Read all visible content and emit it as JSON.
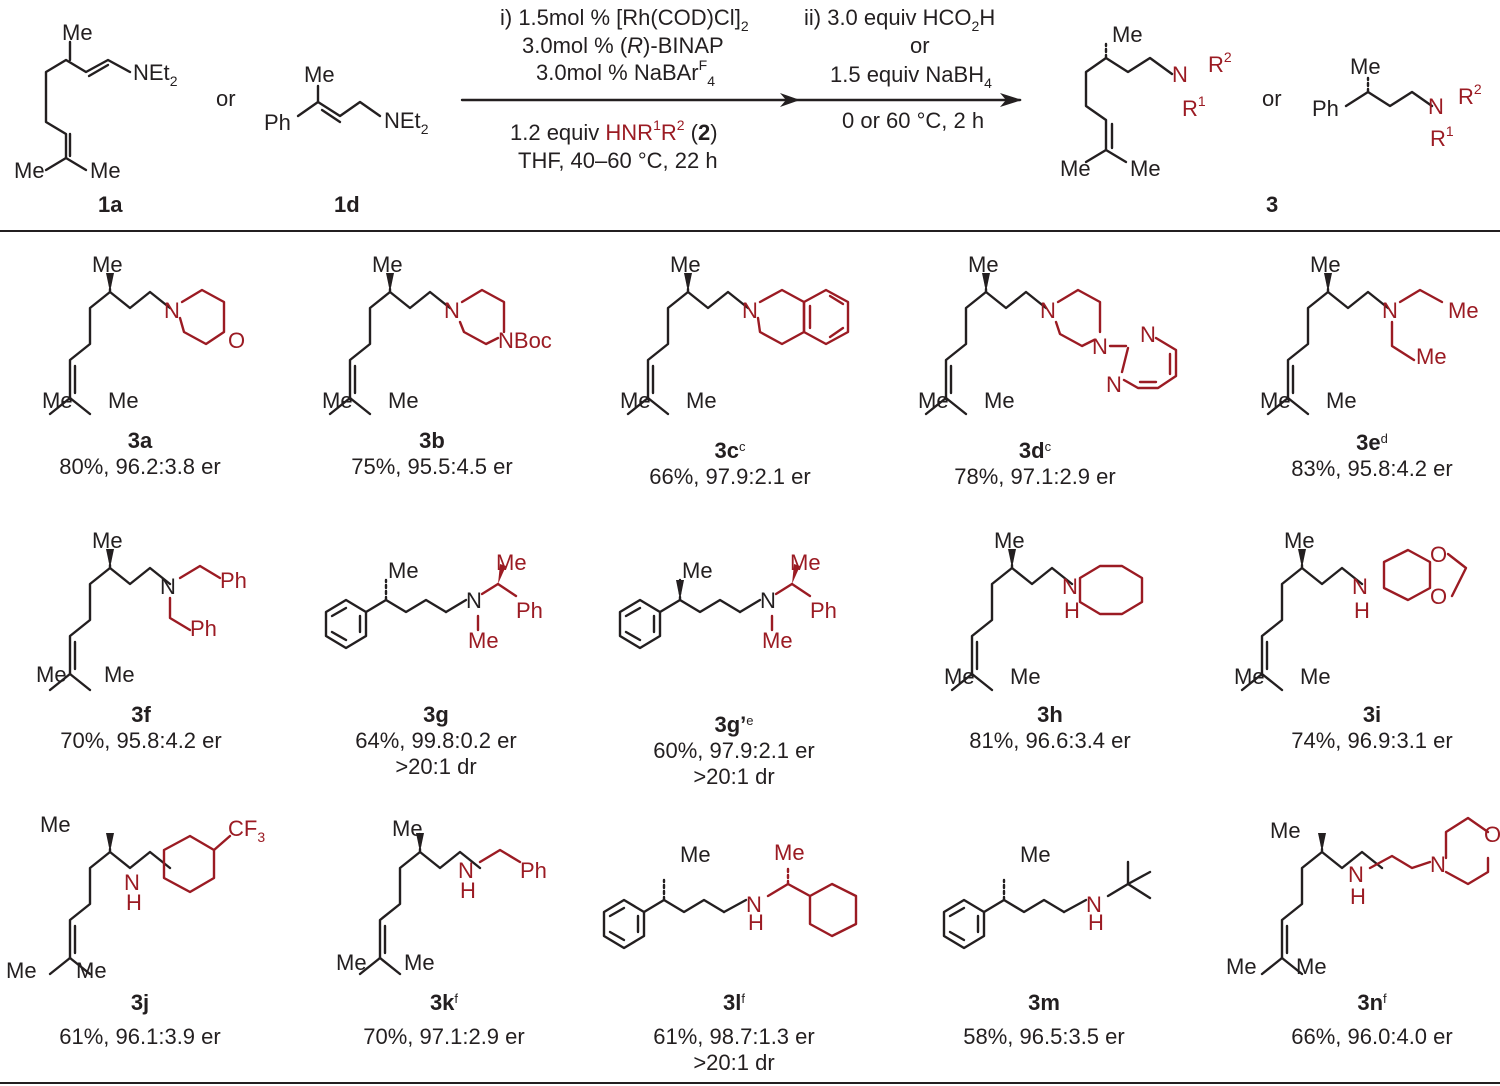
{
  "atoms": {
    "me": "Me",
    "ph": "Ph",
    "n": "N",
    "h": "H",
    "o": "O",
    "boc": "Boc",
    "net2": "NEt",
    "sub2": "2",
    "cf3": "CF",
    "sub3": "3",
    "or": "or",
    "r1": "R",
    "r2": "R",
    "r1sup": "1",
    "r2sup": "2"
  },
  "header": {
    "sm1_label": "1a",
    "sm2_label": "1d",
    "product_label": "3",
    "step1": {
      "line1": "i) 1.5mol % [Rh(COD)Cl]",
      "line1_sub": "2",
      "line2_pre": "3.0mol % (",
      "line2_italic": "R",
      "line2_post": ")-BINAP",
      "line3_pre": "3.0mol % NaBAr",
      "line3_sup": "F",
      "line3_sub": "4",
      "line4_pre": "1.2 equiv ",
      "line4_red": "HNR",
      "line4_sup1": "1",
      "line4_red2": "R",
      "line4_sup2": "2",
      "line4_post": " (",
      "line4_bold": "2",
      "line4_end": ")",
      "line5": "THF, 40–60 °C, 22 h"
    },
    "step2": {
      "line1_pre": "ii) 3.0 equiv HCO",
      "line1_sub": "2",
      "line1_post": "H",
      "line2": "or",
      "line3_pre": "1.5 equiv NaBH",
      "line3_sub": "4",
      "line4": "0 or 60 °C, 2 h"
    }
  },
  "compounds": [
    {
      "id": "3a",
      "sup": "",
      "yield": "80%, 96.2:3.8 er",
      "dr": ""
    },
    {
      "id": "3b",
      "sup": "",
      "yield": "75%, 95.5:4.5 er",
      "dr": ""
    },
    {
      "id": "3c",
      "sup": "c",
      "yield": "66%, 97.9:2.1 er",
      "dr": ""
    },
    {
      "id": "3d",
      "sup": "c",
      "yield": "78%, 97.1:2.9 er",
      "dr": ""
    },
    {
      "id": "3e",
      "sup": "d",
      "yield": "83%, 95.8:4.2 er",
      "dr": ""
    },
    {
      "id": "3f",
      "sup": "",
      "yield": "70%, 95.8:4.2 er",
      "dr": ""
    },
    {
      "id": "3g",
      "sup": "",
      "yield": "64%, 99.8:0.2 er",
      "dr": ">20:1 dr"
    },
    {
      "id": "3g’",
      "sup": "e",
      "yield": "60%, 97.9:2.1 er",
      "dr": ">20:1 dr"
    },
    {
      "id": "3h",
      "sup": "",
      "yield": "81%, 96.6:3.4 er",
      "dr": ""
    },
    {
      "id": "3i",
      "sup": "",
      "yield": "74%, 96.9:3.1 er",
      "dr": ""
    },
    {
      "id": "3j",
      "sup": "",
      "yield": "61%, 96.1:3.9 er",
      "dr": ""
    },
    {
      "id": "3k",
      "sup": "f",
      "yield": "70%, 97.1:2.9 er",
      "dr": ""
    },
    {
      "id": "3l",
      "sup": "f",
      "yield": "61%, 98.7:1.3 er",
      "dr": ">20:1 dr"
    },
    {
      "id": "3m",
      "sup": "",
      "yield": "58%, 96.5:3.5 er",
      "dr": ""
    },
    {
      "id": "3n",
      "sup": "f",
      "yield": "66%, 96.0:4.0 er",
      "dr": ""
    }
  ],
  "colors": {
    "amine_red": "#9b1b23",
    "ink": "#231f20"
  }
}
